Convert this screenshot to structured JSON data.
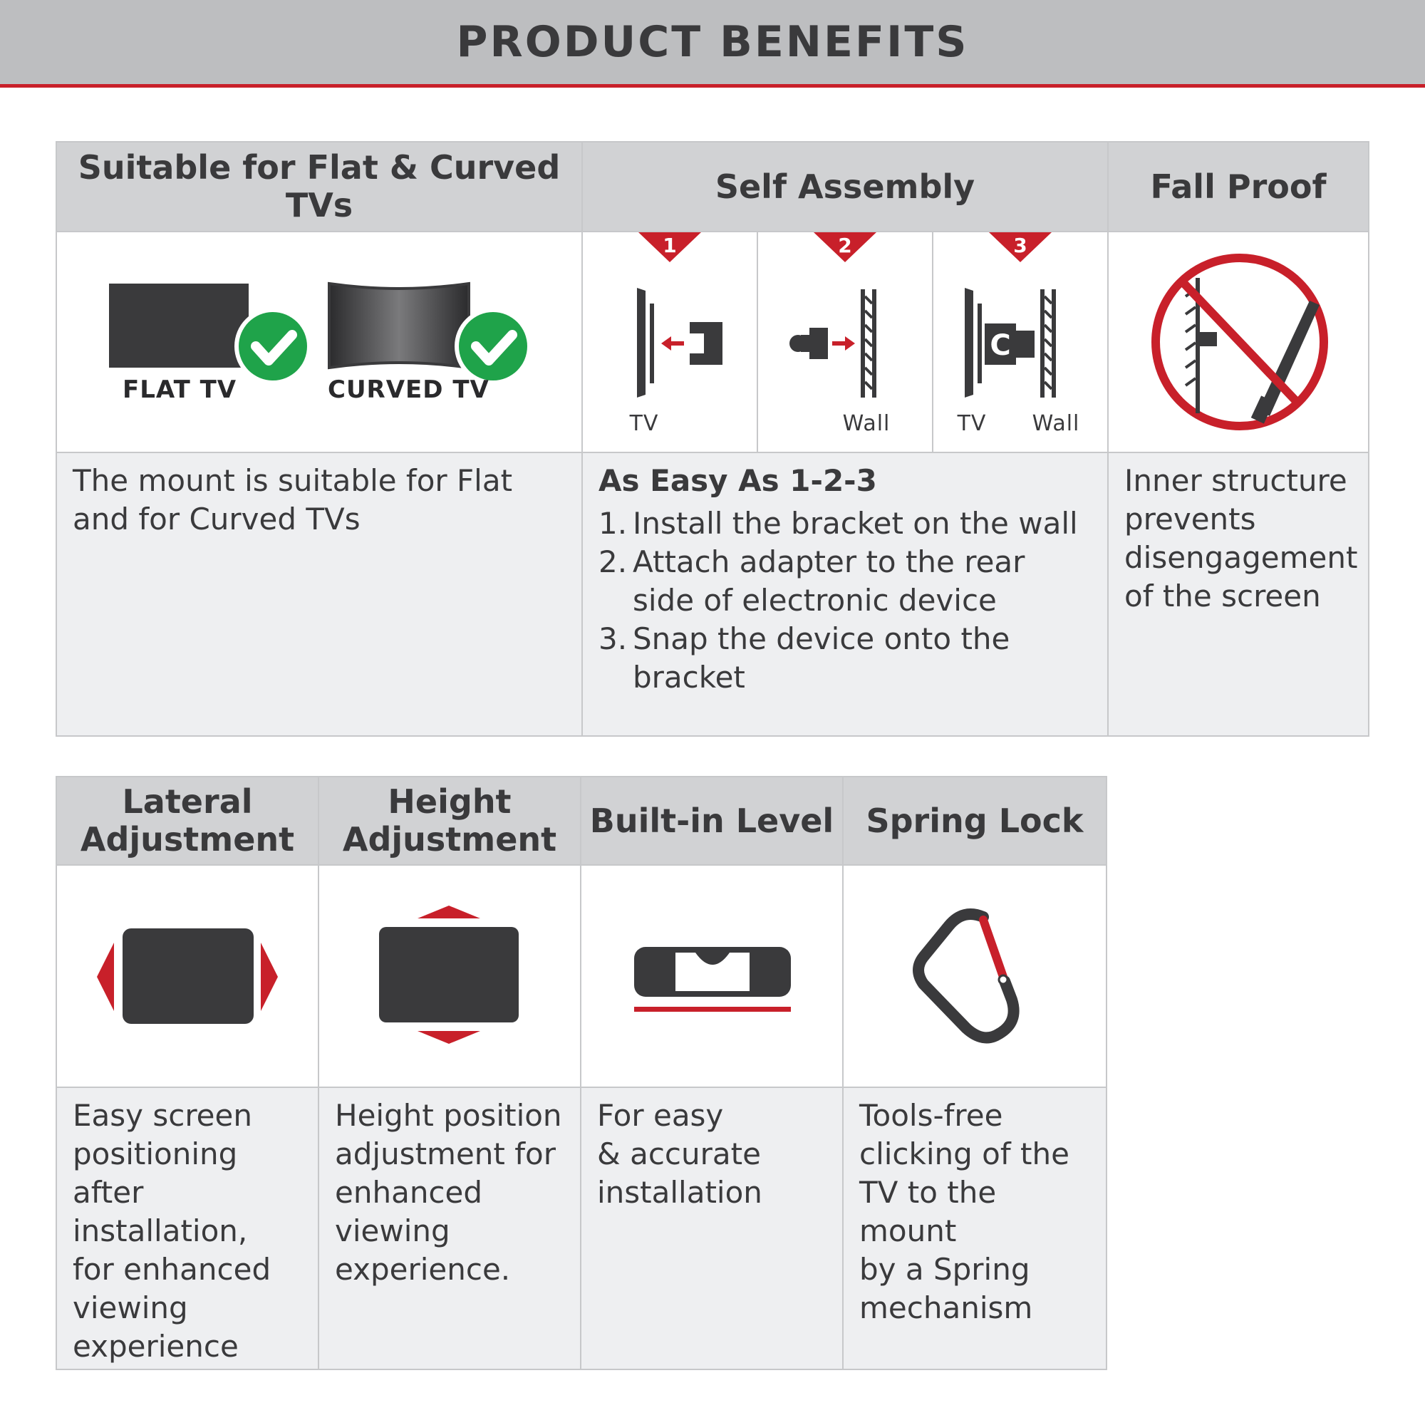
{
  "banner": {
    "title": "PRODUCT BENEFITS"
  },
  "top": {
    "suitable": {
      "title": "Suitable for Flat & Curved TVs",
      "flat_label": "FLAT TV",
      "curved_label": "CURVED TV",
      "description": "The mount is suitable for Flat\nand for Curved TVs"
    },
    "assembly": {
      "title": "Self Assembly",
      "steps": [
        {
          "badge": "1",
          "label_left": "TV",
          "label_right": ""
        },
        {
          "badge": "2",
          "label_left": "",
          "label_right": "Wall"
        },
        {
          "badge": "3",
          "label_left": "TV",
          "label_right": "Wall"
        }
      ],
      "subtitle": "As Easy As 1-2-3",
      "list": [
        {
          "num": "1.",
          "text": "Install the bracket on the wall"
        },
        {
          "num": "2.",
          "text": "Attach adapter to the rear side of electronic device"
        },
        {
          "num": "3.",
          "text": "Snap the device onto the bracket"
        }
      ]
    },
    "fallproof": {
      "title": "Fall Proof",
      "description": "Inner structure\nprevents\ndisengagement\nof the screen"
    }
  },
  "bottom": {
    "lateral": {
      "title": "Lateral\nAdjustment",
      "description": "Easy screen\npositioning\nafter installation,\nfor enhanced\nviewing\nexperience"
    },
    "height": {
      "title": "Height\nAdjustment",
      "description": "Height position\nadjustment for\nenhanced\nviewing\nexperience."
    },
    "level": {
      "title": "Built-in Level",
      "description": "For easy\n& accurate\ninstallation"
    },
    "spring": {
      "title": "Spring Lock",
      "description": "Tools-free\nclicking of the\nTV to the mount\nby a Spring\nmechanism"
    }
  },
  "icons": {
    "flat_tv": "flat-tv-icon",
    "curved_tv": "curved-tv-icon",
    "check": "checkmark-icon",
    "fall_proof": "no-fall-icon",
    "lateral": "lateral-arrows-icon",
    "height": "vertical-arrows-icon",
    "level": "spirit-level-icon",
    "spring": "carabiner-icon"
  },
  "colors": {
    "accent_red": "#c8202a",
    "dark_gray": "#3a3a3c",
    "header_gray": "#d1d2d4",
    "desc_gray": "#eeeff1",
    "banner_gray": "#bdbec0",
    "check_green": "#1fa34a"
  }
}
